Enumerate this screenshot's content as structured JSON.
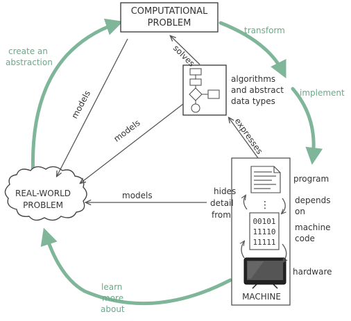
{
  "colors": {
    "cycle": "#7fb69a",
    "cycle_text": "#6aa98a",
    "ink": "#333333",
    "arrow": "#555555"
  },
  "computational_problem": {
    "line1": "COMPUTATIONAL",
    "line2": "PROBLEM"
  },
  "real_world_problem": {
    "line1": "REAL-WORLD",
    "line2": "PROBLEM"
  },
  "algorithms_label": {
    "line1": "algorithms",
    "line2": "and abstract",
    "line3": "data types"
  },
  "machine_label": "MACHINE",
  "program_label": "program",
  "hardware_label": "hardware",
  "depends_label": {
    "line1": "depends",
    "line2": "on",
    "line3": "machine",
    "line4": "code"
  },
  "hides_label": {
    "line1": "hides",
    "line2": "detail",
    "line3": "from"
  },
  "edge_labels": {
    "solves": "solves",
    "expresses": "expresses",
    "models_left": "models",
    "models_middle": "models",
    "models_bottom": "models"
  },
  "cycle_labels": {
    "transform": "transform",
    "implement": "implement",
    "create_line1": "create an",
    "create_line2": "abstraction",
    "learn_line1": "learn",
    "learn_line2": "more",
    "learn_line3": "about"
  },
  "machine_code": {
    "row1": "00101",
    "row2": "11110",
    "row3": "11111"
  },
  "ellipsis": "⋮"
}
